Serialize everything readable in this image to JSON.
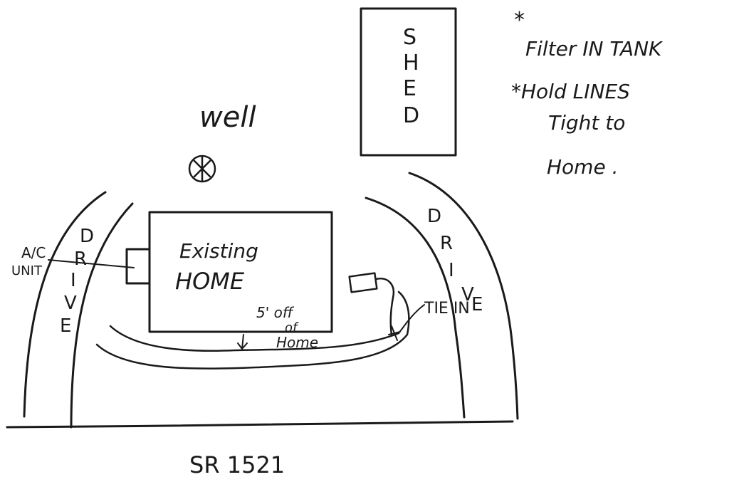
{
  "shed": {
    "letters": [
      "S",
      "H",
      "E",
      "D"
    ]
  },
  "well": {
    "label": "well"
  },
  "home": {
    "line1": "Existing",
    "line2": "HOME"
  },
  "ac_unit": {
    "line1": "A/C",
    "line2": "UNIT"
  },
  "drive_left": {
    "letters": [
      "D",
      "R",
      "I",
      "V",
      "E"
    ]
  },
  "drive_right": {
    "letters": [
      "D",
      "R",
      "I",
      "V",
      "E"
    ]
  },
  "notes": {
    "marker": "*",
    "filter": "Filter IN TANK",
    "hold_line1": "*Hold LINES",
    "hold_line2": "Tight to",
    "hold_line3": "Home ."
  },
  "offset": {
    "line1": "5' off",
    "line2": "of",
    "line3": "Home"
  },
  "tie_in": {
    "label": "TIE IN"
  },
  "road": {
    "label": "SR 1521"
  }
}
